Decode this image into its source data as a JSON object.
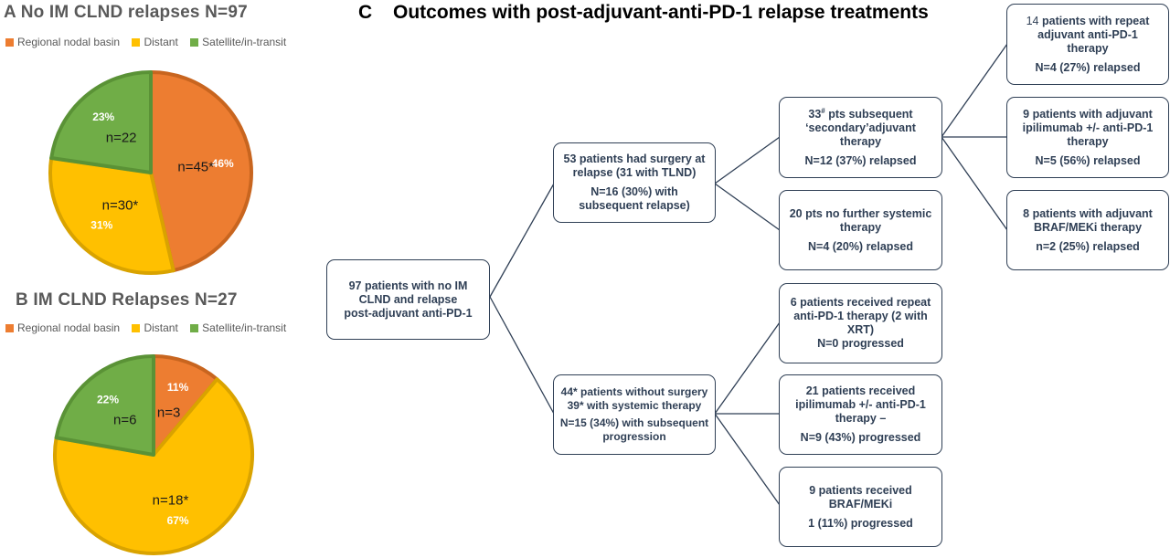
{
  "panel_a": {
    "title": "A No IM CLND relapses N=97"
  },
  "panel_b": {
    "title": "B IM CLND Relapses N=27"
  },
  "legend": {
    "items": [
      {
        "label": "Regional nodal basin",
        "color": "#ed7d31"
      },
      {
        "label": "Distant",
        "color": "#ffc000"
      },
      {
        "label": "Satellite/in-transit",
        "color": "#70ad47"
      }
    ]
  },
  "chart_data": [
    {
      "type": "pie",
      "title": "A No IM CLND relapses N=97",
      "categories": [
        "Regional nodal basin",
        "Distant",
        "Satellite/in-transit"
      ],
      "values": [
        45,
        30,
        22
      ],
      "percent_labels": [
        "46%",
        "31%",
        "23%"
      ],
      "count_labels": [
        "n=45*",
        "n=30*",
        "n=22"
      ],
      "colors": [
        "#ed7d31",
        "#ffc000",
        "#70ad47"
      ],
      "legend_position": "top"
    },
    {
      "type": "pie",
      "title": "B IM CLND Relapses N=27",
      "categories": [
        "Regional nodal basin",
        "Distant",
        "Satellite/in-transit"
      ],
      "values": [
        3,
        18,
        6
      ],
      "percent_labels": [
        "11%",
        "67%",
        "22%"
      ],
      "count_labels": [
        "n=3",
        "n=18*",
        "n=6"
      ],
      "colors": [
        "#ed7d31",
        "#ffc000",
        "#70ad47"
      ],
      "legend_position": "top"
    }
  ],
  "flowchart": {
    "letter": "C",
    "title": "Outcomes with post-adjuvant-anti-PD-1 relapse treatments",
    "root": [
      "97 patients with no IM",
      "CLND and relapse",
      "post-adjuvant anti-PD-1"
    ],
    "surgery": {
      "lines": [
        "53 patients had surgery at",
        "relapse  (31 with TLND)"
      ],
      "outcome": [
        "N=16 (30%) with",
        "subsequent relapse)"
      ]
    },
    "no_surgery": {
      "lines": [
        "44* patients without surgery",
        "39* with systemic therapy"
      ],
      "outcome": [
        "N=15 (34%) with subsequent",
        "progression"
      ]
    },
    "secondary_adjuvant": {
      "line1_pre": "33",
      "line1_sup": "#",
      "line1_post": " pts subsequent",
      "lines": [
        "‘secondary’adjuvant",
        "therapy"
      ],
      "outcome": "N=12 (37%) relapsed"
    },
    "no_further": {
      "lines": [
        "20 pts no further systemic",
        "therapy"
      ],
      "outcome": "N=4  (20%) relapsed"
    },
    "repeat_anti_pd1_adj": {
      "first_num": "14",
      "first_rest": " patients with repeat",
      "lines": [
        "adjuvant anti-PD-1",
        "therapy"
      ],
      "outcome": "N=4 (27%) relapsed"
    },
    "ipi_adj": {
      "lines": [
        "9 patients with adjuvant",
        "ipilimumab +/- anti-PD-1",
        "therapy"
      ],
      "outcome": "N=5 (56%) relapsed"
    },
    "braf_adj": {
      "lines": [
        "8 patients with adjuvant",
        "BRAF/MEKi therapy"
      ],
      "outcome": "n=2 (25%) relapsed"
    },
    "repeat_anti_pd1": {
      "lines": [
        "6 patients received repeat",
        "anti-PD-1 therapy (2 with",
        "XRT)"
      ],
      "outcome": "N=0 progressed"
    },
    "ipi": {
      "lines": [
        "21 patients received",
        "ipilimumab +/- anti-PD-1",
        "therapy –"
      ],
      "outcome": "N=9 (43%) progressed"
    },
    "braf": {
      "lines": [
        "9 patients received",
        "BRAF/MEKi"
      ],
      "outcome": "1 (11%) progressed"
    }
  }
}
